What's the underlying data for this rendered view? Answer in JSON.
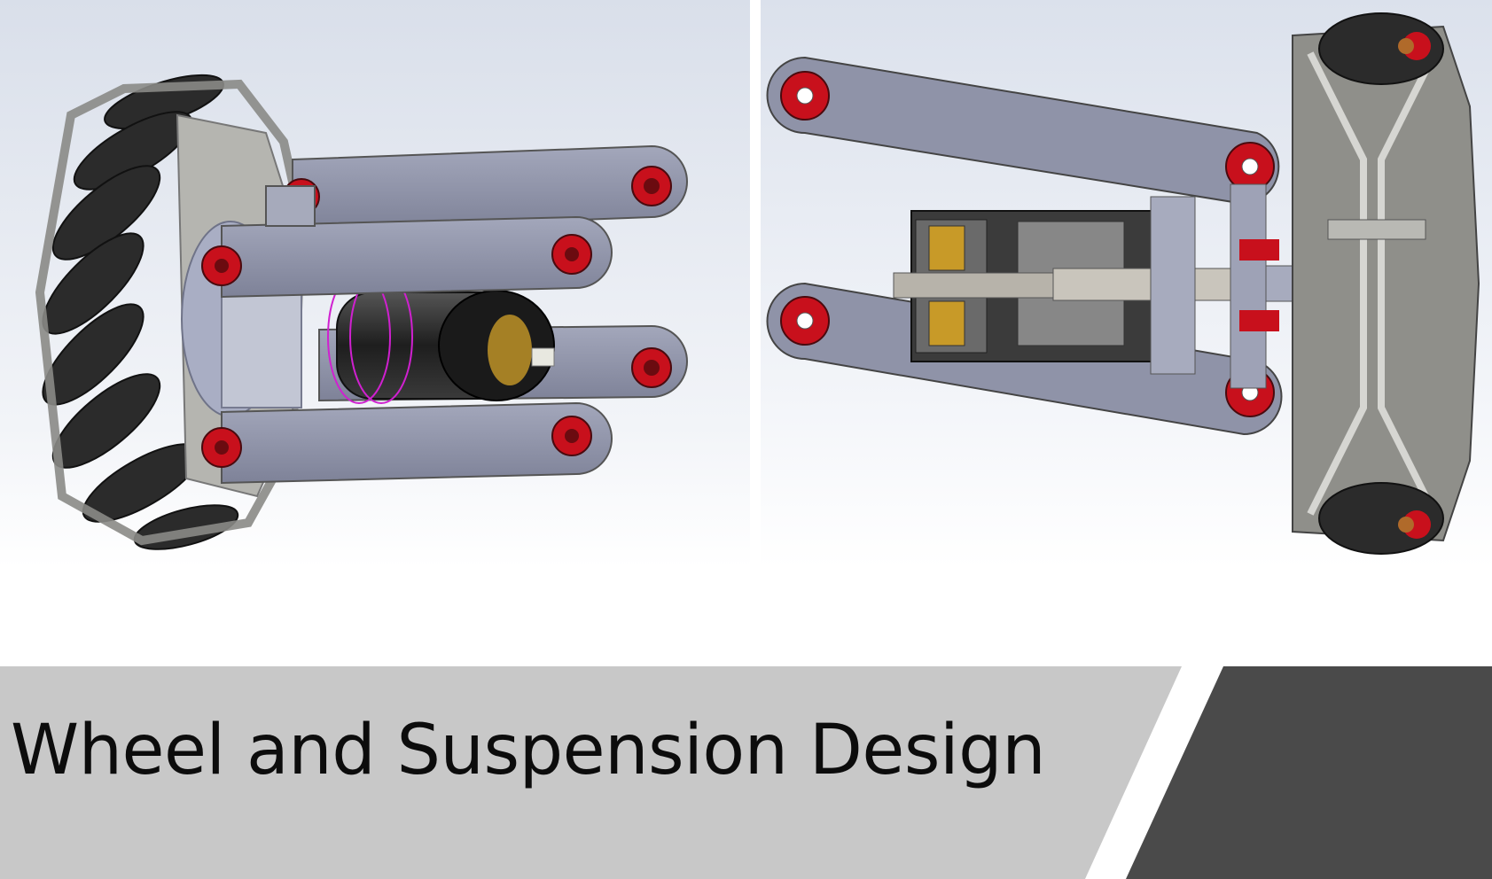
{
  "slide": {
    "title": "Wheel and Suspension Design"
  },
  "images": {
    "left": {
      "icon": "isometric-wheel-suspension-render"
    },
    "right": {
      "icon": "section-view-wheel-suspension-render"
    }
  },
  "colors": {
    "title_band": "#c8c8c8",
    "accent_dark": "#4a4a4a",
    "link_arm": "#8f93a8",
    "bushing_red": "#c8101c",
    "roller_black": "#2a2a2a",
    "cad_background_top": "#dde2ec"
  }
}
